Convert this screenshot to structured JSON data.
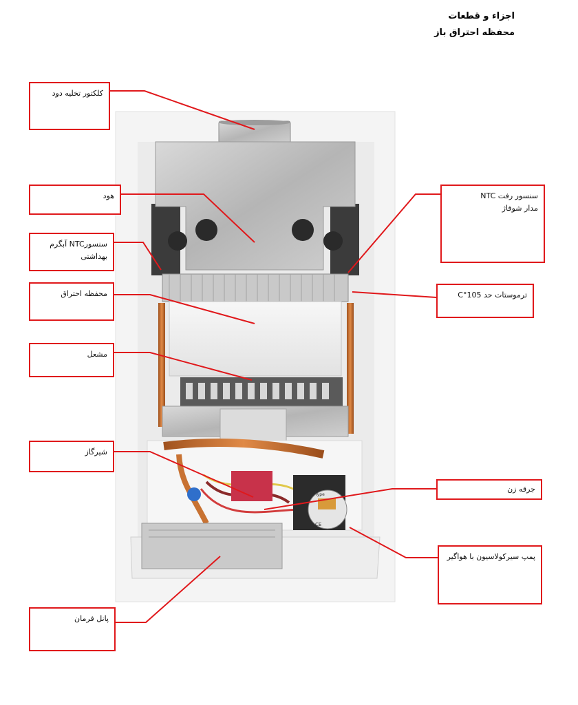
{
  "header": {
    "line1": "اجزاء و قطعات",
    "line2": "محفظه احتراق باز"
  },
  "labels": {
    "flue_collector": "کلکتور تخلیه دود",
    "hood": "هود",
    "ntc_dhw": "سنسورNTC آبگرم بهداشتی",
    "combustion_chamber": "محفظه احتراق",
    "burner": "مشعل",
    "gas_valve": "شیرگاز",
    "control_panel": "پانل فرمان",
    "ntc_heating_line1": "سنسور رفت NTC",
    "ntc_heating_line2": "مدار شوفاژ",
    "thermostat": "ترموستات حد 105°C",
    "ignition_coil": "جرقه زن",
    "circulation_pump": "پمپ سیرکولاسیون با هواگیر"
  },
  "photo": {
    "pump_label_text": "Type",
    "badge_text": "CE"
  },
  "colors": {
    "leader": "#e0181b",
    "box_border": "#e0181b"
  }
}
